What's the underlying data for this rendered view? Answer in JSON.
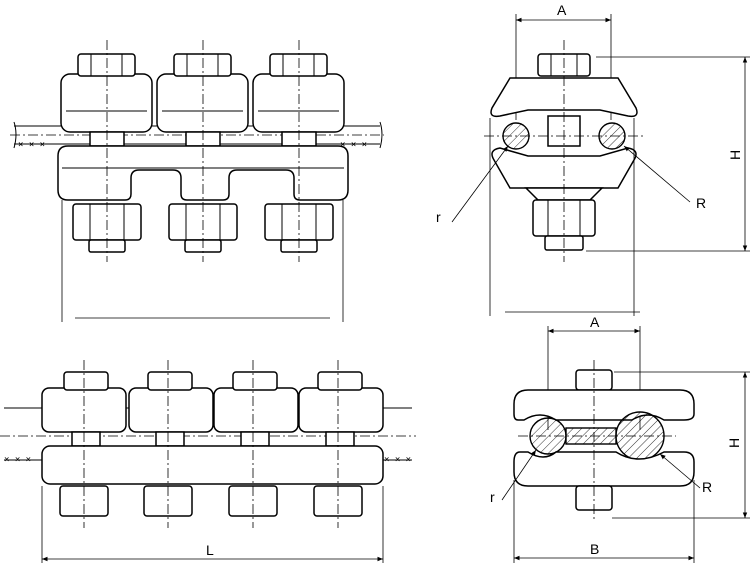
{
  "labels": {
    "dim_a_top": "A",
    "dim_h_top": "H",
    "dim_r_small_top": "r",
    "dim_r_large_top": "R",
    "dim_a_bottom": "A",
    "dim_h_bottom": "H",
    "dim_b_bottom": "B",
    "dim_r_small_bottom": "r",
    "dim_r_large_bottom": "R",
    "dim_l": "L",
    "cable_marks": "× × ×"
  }
}
